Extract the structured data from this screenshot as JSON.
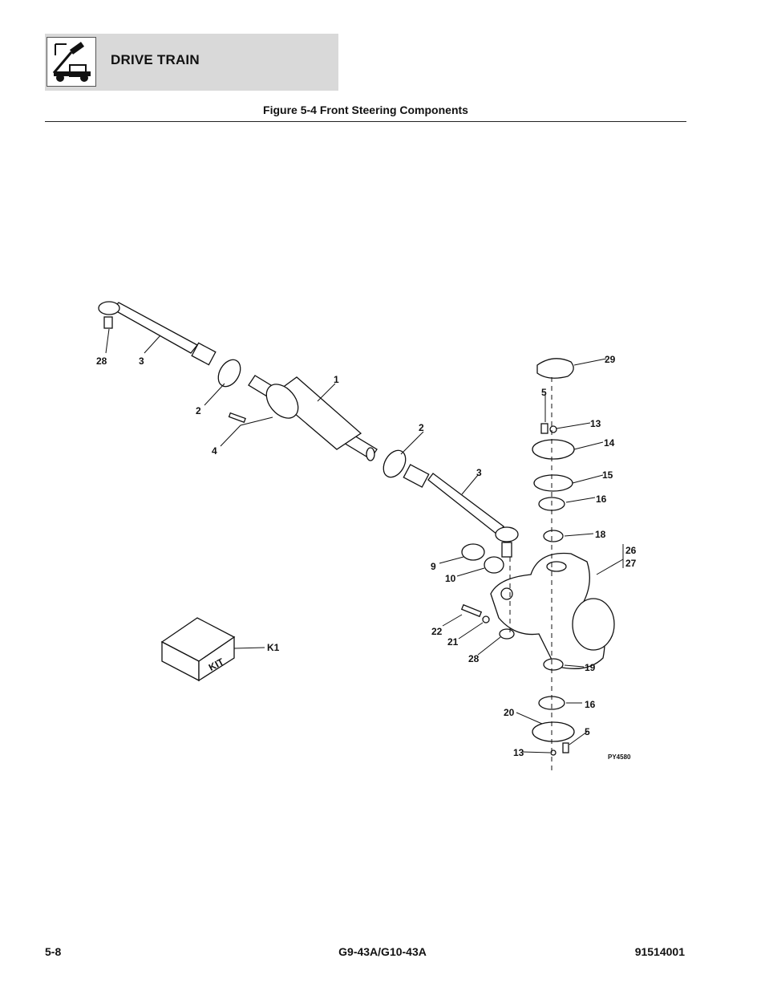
{
  "header": {
    "section_title": "DRIVE TRAIN",
    "icon": "scissor-lift-icon"
  },
  "figure": {
    "caption": "Figure 5-4 Front Steering Components",
    "drawing_code": "PY4580",
    "kit_label": "KIT",
    "callouts": [
      "28",
      "3",
      "2",
      "1",
      "4",
      "2",
      "3",
      "29",
      "5",
      "13",
      "14",
      "15",
      "16",
      "18",
      "26",
      "27",
      "9",
      "10",
      "22",
      "21",
      "28",
      "19",
      "K1",
      "16",
      "20",
      "5",
      "13"
    ]
  },
  "footer": {
    "page_number": "5-8",
    "model": "G9-43A/G10-43A",
    "doc_number": "91514001"
  }
}
